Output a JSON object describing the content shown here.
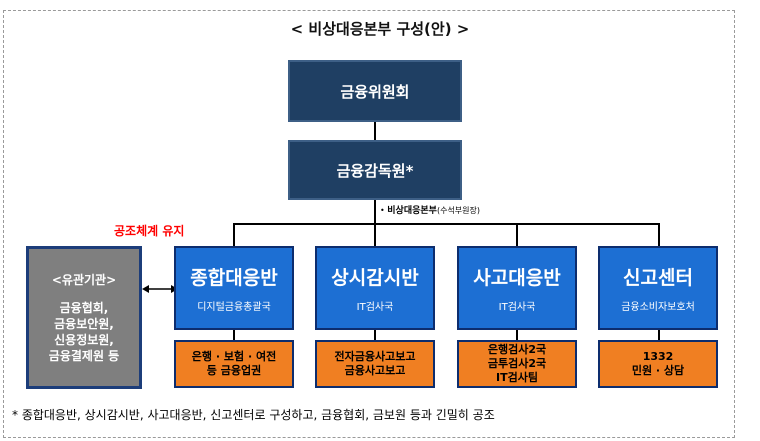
{
  "title": "<  비상대응본부  구성(안)  >",
  "top": {
    "fsc": "금융위원회",
    "fss": "금융감독원*"
  },
  "note": {
    "bullet": "•",
    "label": "비상대응본부",
    "sub": "(수석부원장)"
  },
  "coop_label": "공조체계 유지",
  "related": {
    "header": "<유관기관>",
    "lines": [
      "금융협회,",
      "금융보안원,",
      "신용정보원,",
      "금융결제원 등"
    ]
  },
  "units": [
    {
      "title": "종합대응반",
      "sub": "디지털금융총괄국",
      "detail": [
        "은행 · 보험 · 여전",
        "등 금융업권"
      ]
    },
    {
      "title": "상시감시반",
      "sub": "IT검사국",
      "detail": [
        "전자금융사고보고",
        "금융사고보고"
      ]
    },
    {
      "title": "사고대응반",
      "sub": "IT검사국",
      "detail": [
        "은행검사2국",
        "금투검사2국",
        "IT검사팀"
      ]
    },
    {
      "title": "신고센터",
      "sub": "금융소비자보호처",
      "detail": [
        "1332",
        "민원  · 상담"
      ]
    }
  ],
  "footnote": "*  종합대응반, 상시감시반, 사고대응반, 신고센터로  구성하고,  금융협회,  금보원  등과  긴밀히  공조",
  "colors": {
    "navy": "#1f3f63",
    "blue": "#1d6fd3",
    "orange": "#f07f22",
    "gray": "#7f7f7f",
    "red": "#ff0000"
  }
}
